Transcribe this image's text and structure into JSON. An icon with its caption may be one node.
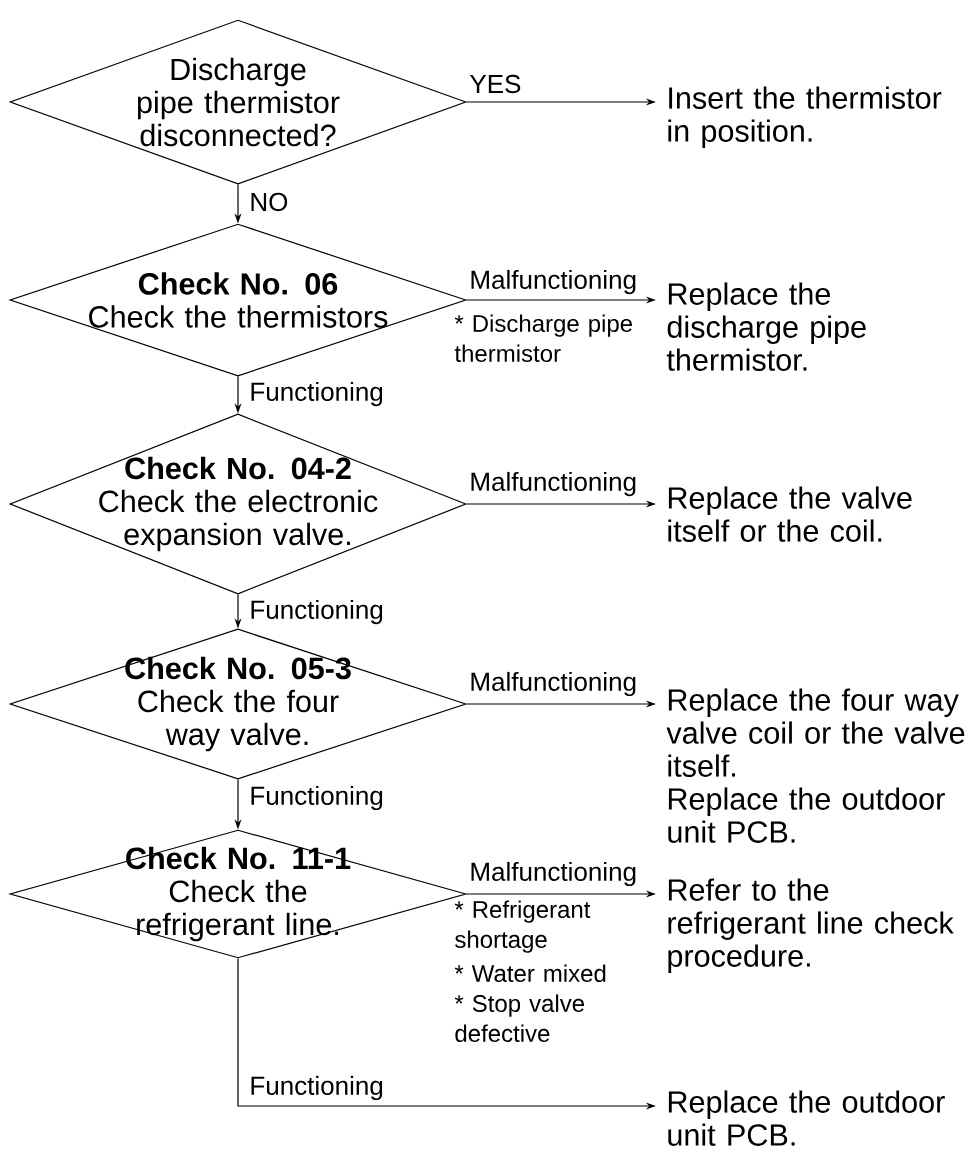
{
  "diagram": {
    "nodes": [
      {
        "text": [
          "Discharge pipe thermistor disconnected?"
        ]
      },
      {
        "text": [
          "Insert the thermistor in position."
        ]
      },
      {
        "text": [
          "Check No. 06",
          "Check the thermistors"
        ]
      },
      {
        "text": [
          "Replace the discharge pipe thermistor."
        ]
      },
      {
        "text": [
          "Check No. 04-2",
          "Check the electronic expansion valve."
        ]
      },
      {
        "text": [
          "Replace the valve itself or the coil."
        ]
      },
      {
        "text": [
          "Check No. 05-3",
          "Check the four way valve."
        ]
      },
      {
        "text": [
          "Replace the four way valve coil or the valve itself.",
          "Replace the outdoor unit PCB."
        ]
      },
      {
        "text": [
          "Check No. 11-1",
          "Check the refrigerant line."
        ]
      },
      {
        "text": [
          "Refer to the refrigerant line check procedure."
        ]
      },
      {
        "text": [
          "Replace the outdoor unit PCB."
        ]
      }
    ],
    "edges": [
      {
        "from": 0,
        "to": 1,
        "arrow": "to",
        "label": "YES"
      },
      {
        "from": 0,
        "to": 2,
        "arrow": "to",
        "label": "NO"
      },
      {
        "from": 2,
        "to": 3,
        "arrow": "to",
        "label": "Malfunctioning"
      },
      {
        "from": 2,
        "to": 4,
        "arrow": "to",
        "label": "Functioning"
      },
      {
        "from": 4,
        "to": 5,
        "arrow": "to",
        "label": "Malfunctioning"
      },
      {
        "from": 4,
        "to": 6,
        "arrow": "to",
        "label": "Functioning"
      },
      {
        "from": 6,
        "to": 7,
        "arrow": "to",
        "label": "Malfunctioning"
      },
      {
        "from": 6,
        "to": 8,
        "arrow": "to",
        "label": "Functioning"
      },
      {
        "from": 8,
        "to": 9,
        "arrow": "to",
        "label": "Malfunctioning"
      },
      {
        "from": 8,
        "to": 10,
        "arrow": "to",
        "label": "Functioning"
      }
    ],
    "labels": [
      "* Discharge pipe thermistor",
      "* Refrigerant shortage",
      "* Water mixed",
      "* Stop valve defective"
    ]
  }
}
